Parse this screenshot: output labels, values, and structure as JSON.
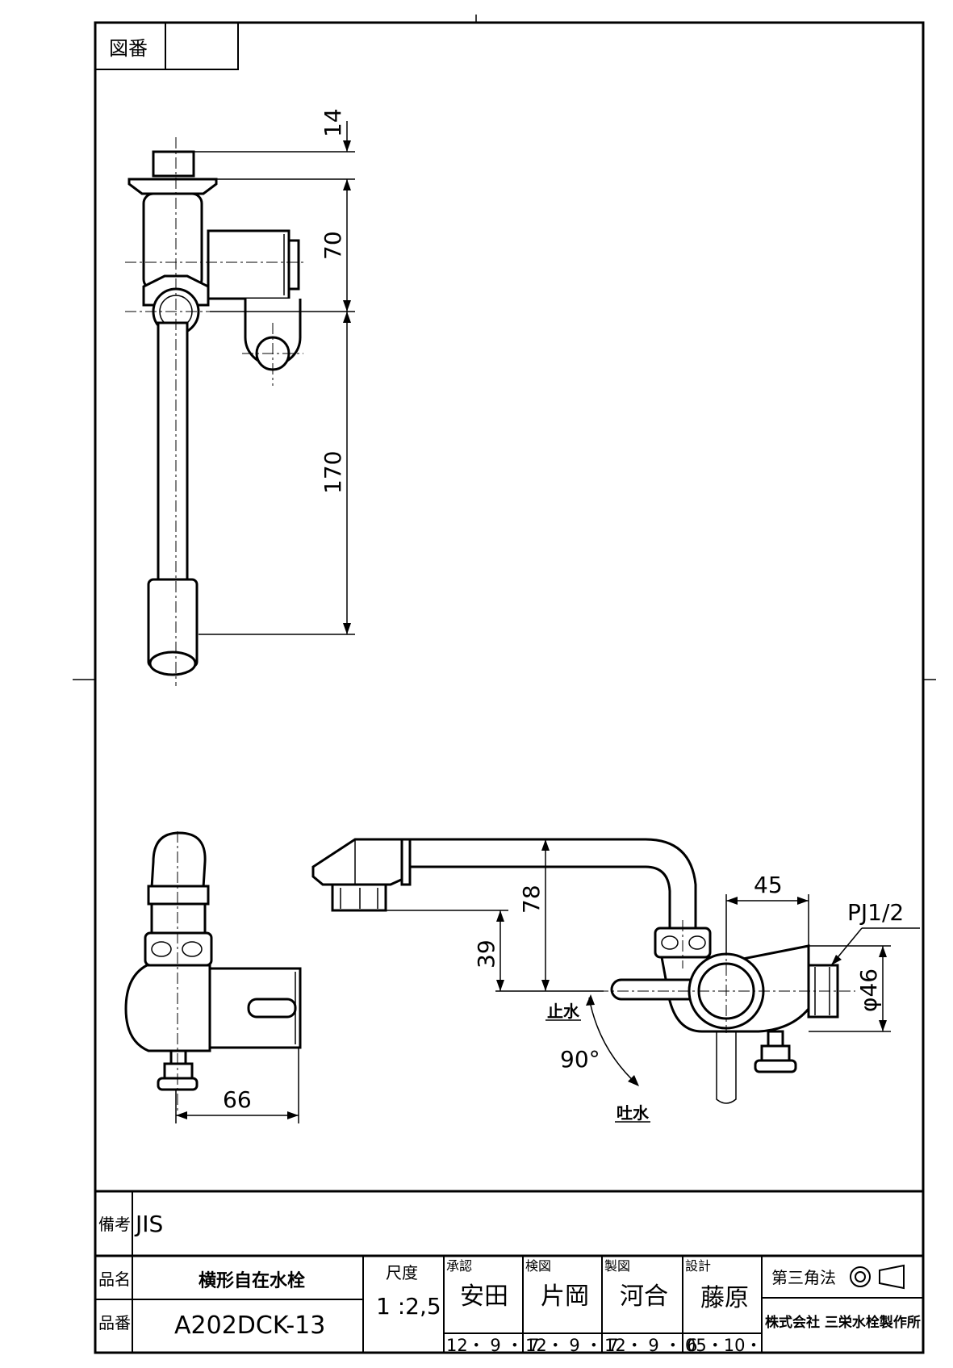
{
  "title_block": {
    "drawing_no_label": "図番",
    "drawing_no_value": "",
    "remarks_label": "備考",
    "remarks_value": "JIS",
    "product_name_label": "品名",
    "product_name": "横形自在水栓",
    "product_no_label": "品番",
    "product_no": "A202DCK-13",
    "scale_label": "尺度",
    "scale": "1 :2,5",
    "approval": {
      "label": "承認",
      "name": "安田",
      "date": "12・ 9 ・ 7"
    },
    "check": {
      "label": "検図",
      "name": "片岡",
      "date": "12・ 9 ・ 7"
    },
    "drafting": {
      "label": "製図",
      "name": "河合",
      "date": "12・ 9 ・ 6"
    },
    "design": {
      "label": "設計",
      "name": "藤原",
      "date": "05・10・"
    },
    "projection_label": "第三角法",
    "company": "株式会社 三栄水栓製作所"
  },
  "dimensions": {
    "top_14": "14",
    "top_70": "70",
    "top_170": "170",
    "side_66": "66",
    "front_39": "39",
    "front_78": "78",
    "front_45": "45",
    "thread": "PJ1/2",
    "diameter": "φ46",
    "angle": "90°",
    "stop_water": "止水",
    "discharge_water": "吐水"
  }
}
